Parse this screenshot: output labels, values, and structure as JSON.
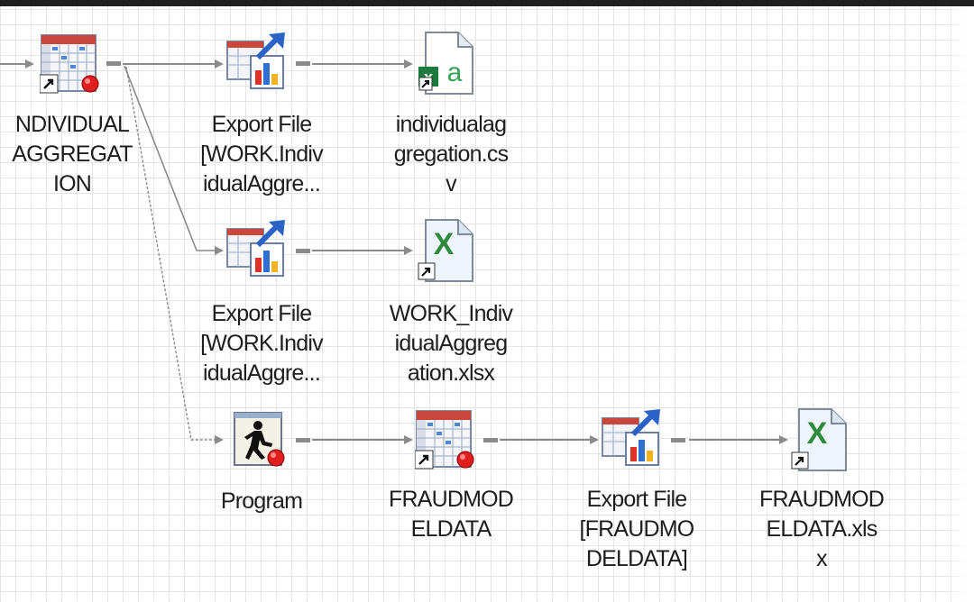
{
  "nodes": {
    "individual_aggregation": {
      "label": "NDIVIDUAL\nAGGREGAT\nION"
    },
    "export_file_1": {
      "label": "Export File\n[WORK.Indiv\nidualAggre..."
    },
    "csv_file": {
      "label": "individualag\ngregation.cs\nv"
    },
    "export_file_2": {
      "label": "Export File\n[WORK.Indiv\nidualAggre..."
    },
    "xlsx_file": {
      "label": "WORK_Indiv\nidualAggreg\nation.xlsx"
    },
    "program": {
      "label": "Program"
    },
    "fraudmodeldata": {
      "label": "FRAUDMOD\nELDATA"
    },
    "export_file_3": {
      "label": "Export File\n[FRAUDMO\nDELDATA]"
    },
    "fraud_xlsx": {
      "label": "FRAUDMOD\nELDATA.xls\nx"
    }
  },
  "colors": {
    "link": "#8a8a8a",
    "grid": "#e4e4e4",
    "excel_green": "#1e7a3c",
    "chart_red": "#e0302a",
    "chart_blue": "#2f6fd0",
    "chart_yellow": "#f2b21b"
  }
}
